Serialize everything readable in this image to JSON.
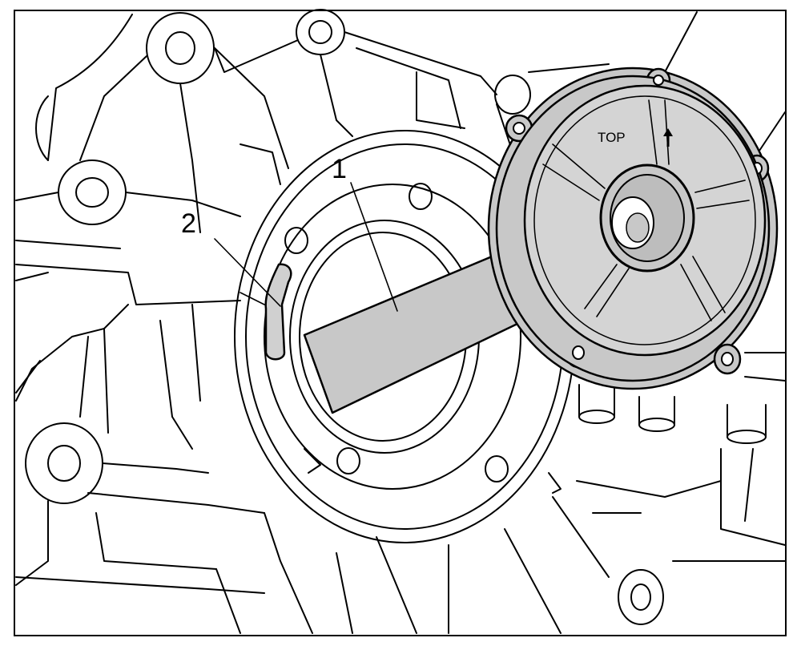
{
  "callouts": [
    {
      "id": "1",
      "label": "1"
    },
    {
      "id": "2",
      "label": "2"
    }
  ],
  "cover": {
    "marking_text": "TOP",
    "marking_icon": "up-arrow-icon"
  },
  "colors": {
    "line": "#000000",
    "fill_tool": "#c8c8c8",
    "background": "#ffffff"
  }
}
